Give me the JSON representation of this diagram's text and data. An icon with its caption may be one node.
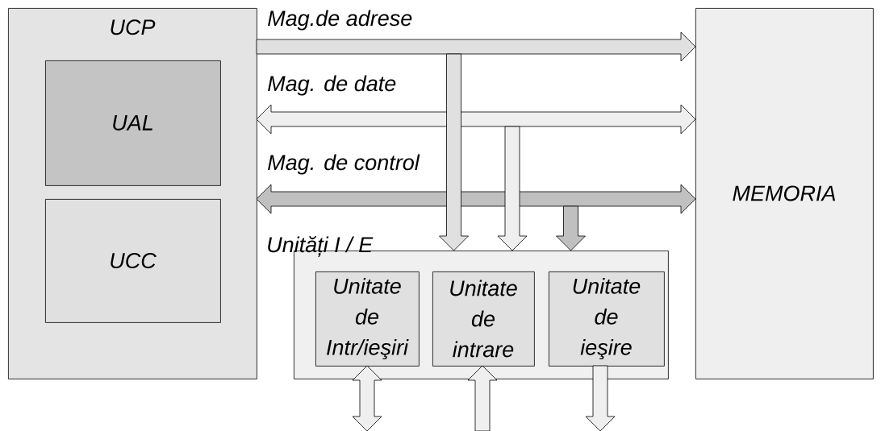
{
  "diagram": {
    "nodes": [
      {
        "text": [
          "UCP"
        ]
      },
      {
        "text": [
          "UAL"
        ],
        "in": 0
      },
      {
        "text": [
          "UCC"
        ],
        "in": 0
      },
      {
        "text": [
          "MEMORIA"
        ]
      },
      {
        "text": [
          "Unități I / E"
        ]
      },
      {
        "text": [
          "Unitate de Intr/ieşiri"
        ],
        "in": 4
      },
      {
        "text": [
          "Unitate de intrare"
        ],
        "in": 4
      },
      {
        "text": [
          "Unitate de ieşire"
        ],
        "in": 4
      }
    ],
    "edges": [
      {
        "from": 0,
        "to": 3,
        "arrow": "to",
        "label": "Mag.de adrese",
        "color": "#e0e0e0"
      },
      {
        "from": 0,
        "to": 3,
        "arrow": "both",
        "label": "Mag. de date"
      },
      {
        "from": 0,
        "to": 3,
        "arrow": "both",
        "label": "Mag. de control",
        "color": "#c0c0c0"
      },
      {
        "from": null,
        "to": 4,
        "arrow": "to",
        "color": "#e0e0e0"
      },
      {
        "from": null,
        "to": 4,
        "arrow": "to"
      },
      {
        "from": null,
        "to": 4,
        "arrow": "to",
        "color": "#c0c0c0"
      },
      {
        "from": 5,
        "to": null,
        "arrow": "both"
      },
      {
        "from": null,
        "to": 6,
        "arrow": "to"
      },
      {
        "from": 7,
        "to": null,
        "arrow": "to"
      }
    ]
  }
}
